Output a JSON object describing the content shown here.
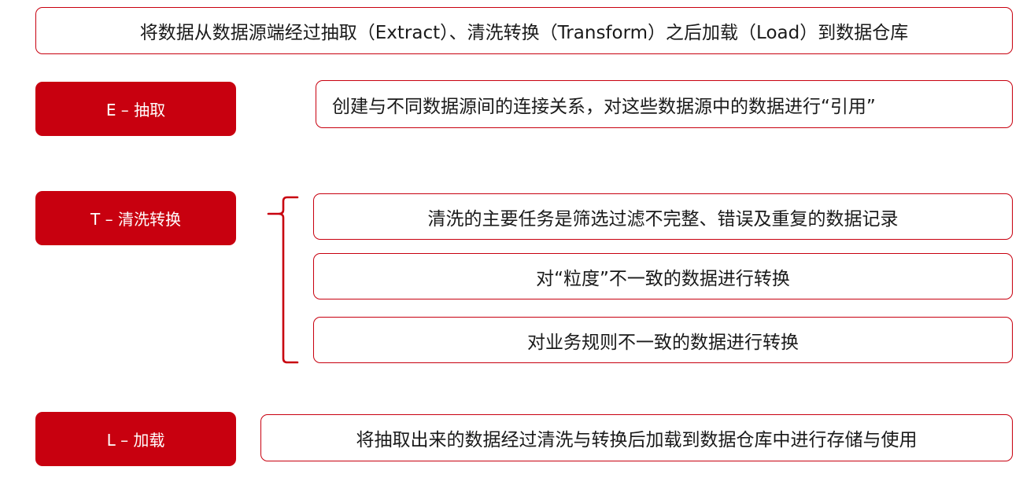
{
  "header": {
    "text": "将数据从数据源端经过抽取（Extract）、清洗转换（Transform）之后加载（Load）到数据仓库"
  },
  "stages": {
    "extract": {
      "label": "E – 抽取",
      "description": "创建与不同数据源间的连接关系，对这些数据源中的数据进行“引用”"
    },
    "transform": {
      "label": "T – 清洗转换",
      "items": [
        "清洗的主要任务是筛选过滤不完整、错误及重复的数据记录",
        "对“粒度”不一致的数据进行转换",
        "对业务规则不一致的数据进行转换"
      ]
    },
    "load": {
      "label": "L – 加载",
      "description": "将抽取出来的数据经过清洗与转换后加载到数据仓库中进行存储与使用"
    }
  },
  "colors": {
    "accent": "#c8000f",
    "text": "#1a1a1a",
    "background": "#ffffff"
  }
}
